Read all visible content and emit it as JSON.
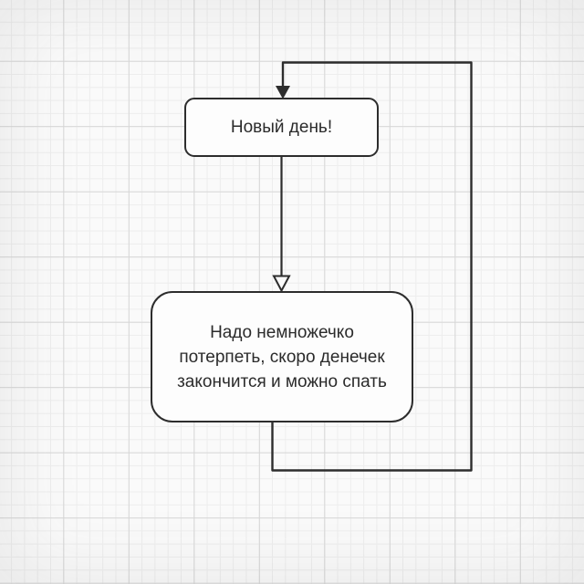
{
  "colors": {
    "background": "#fafafa",
    "grid_minor": "#ededed",
    "grid_major": "#d7d7d7",
    "line": "#2d2d2d",
    "node_fill": "#fdfdfd",
    "node_border": "#2d2d2d",
    "text": "#2b2b2b"
  },
  "diagram": {
    "type": "flowchart-loop",
    "nodes": [
      {
        "id": "start",
        "shape": "rounded-rectangle",
        "label": "Новый день!"
      },
      {
        "id": "wait",
        "shape": "rounded-rectangle",
        "label": "Надо немножечко потерпеть, скоро денечек закончится и можно спать",
        "lines": [
          "Надо немножечко",
          "потерпеть, скоро денечек",
          "закончится и можно спать"
        ]
      }
    ],
    "edges": [
      {
        "from": "start",
        "to": "wait",
        "routing": "straight-down",
        "arrowhead": "open-triangle"
      },
      {
        "from": "wait",
        "to": "start",
        "routing": "down-right-up-left-loop",
        "arrowhead": "filled-triangle"
      }
    ]
  }
}
